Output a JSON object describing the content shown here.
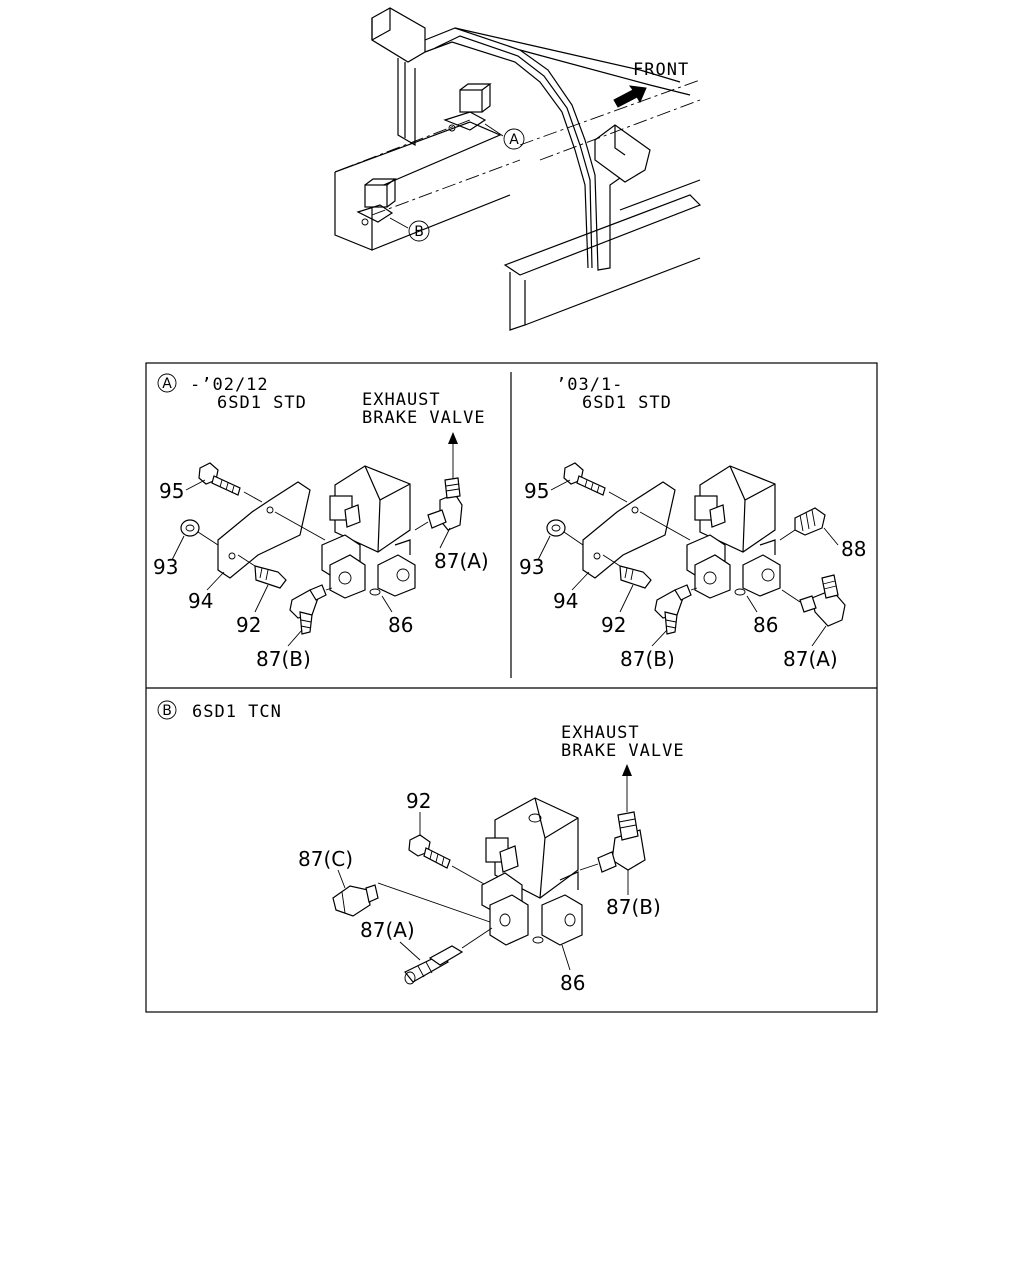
{
  "overview": {
    "front_label": "FRONT",
    "callout_a": "A",
    "callout_b": "B"
  },
  "panel_a_left": {
    "marker": "A",
    "spec_line1": "-’02/12",
    "spec_line2": "6SD1 STD",
    "dest_line1": "EXHAUST",
    "dest_line2": "BRAKE VALVE",
    "parts": {
      "p95": "95",
      "p93": "93",
      "p94": "94",
      "p92": "92",
      "p86": "86",
      "p87a": "87(A)",
      "p87b": "87(B)"
    }
  },
  "panel_a_right": {
    "spec_line1": "’03/1-",
    "spec_line2": "6SD1 STD",
    "parts": {
      "p95": "95",
      "p93": "93",
      "p94": "94",
      "p92": "92",
      "p86": "86",
      "p88": "88",
      "p87a": "87(A)",
      "p87b": "87(B)"
    }
  },
  "panel_b": {
    "marker": "B",
    "spec_line1": "6SD1 TCN",
    "dest_line1": "EXHAUST",
    "dest_line2": "BRAKE VALVE",
    "parts": {
      "p92": "92",
      "p87c": "87(C)",
      "p87a": "87(A)",
      "p87b": "87(B)",
      "p86": "86"
    }
  }
}
